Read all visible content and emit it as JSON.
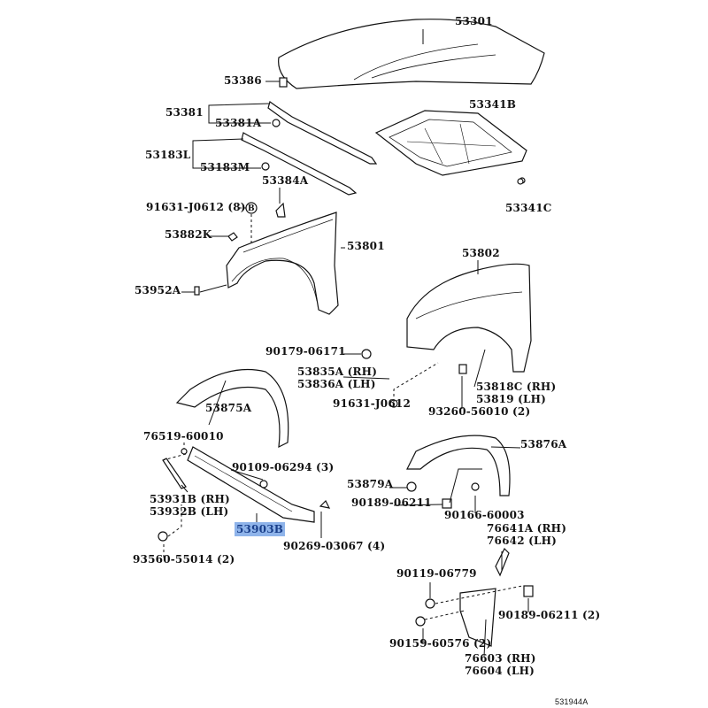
{
  "diagram": {
    "highlight_color": "#8fb4ea",
    "catalog_code": "531944A",
    "highlighted_part": "53903B",
    "labels": {
      "p53301": "53301",
      "p53386": "53386",
      "p53381": "53381",
      "p53381A": "53381A",
      "p53341B": "53341B",
      "p53183L": "53183L",
      "p53183M": "53183M",
      "p53384A": "53384A",
      "p53341C": "53341C",
      "p91631_8": "91631-J0612 (8)",
      "p53882K": "53882K",
      "p53801": "53801",
      "p53802": "53802",
      "p53952A": "53952A",
      "p90179": "90179-06171",
      "p53835A": "53835A (RH)",
      "p53836A": "53836A (LH)",
      "p53818C": "53818C (RH)",
      "p53819": "53819 (LH)",
      "p91631": "91631-J0612",
      "p93260": "93260-56010 (2)",
      "p53875A": "53875A",
      "p76519": "76519-60010",
      "p90109": "90109-06294 (3)",
      "p53876A": "53876A",
      "p53931B": "53931B (RH)",
      "p53932B": "53932B (LH)",
      "p53879A": "53879A",
      "p90189a": "90189-06211",
      "p90166": "90166-60003",
      "p53903B": "53903B",
      "p90269": "90269-03067 (4)",
      "p93560": "93560-55014 (2)",
      "p76641A": "76641A (RH)",
      "p76642": "76642 (LH)",
      "p90119": "90119-06779",
      "p90189b": "90189-06211 (2)",
      "p90159": "90159-60576 (2)",
      "p76603": "76603 (RH)",
      "p76604": "76604 (LH)",
      "bolt_marker": "B"
    }
  }
}
